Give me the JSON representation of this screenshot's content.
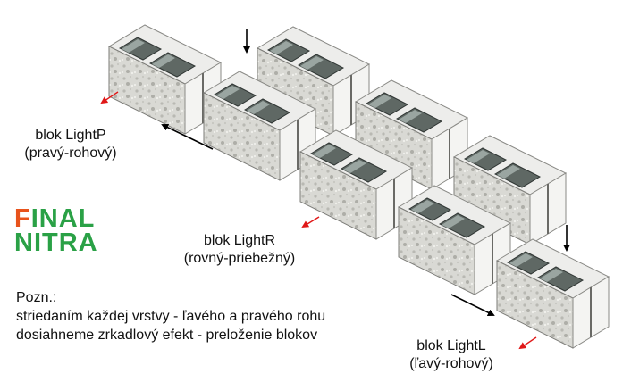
{
  "labels": {
    "light_p": {
      "name": "blok LightP",
      "type": "(pravý-rohový)"
    },
    "light_r": {
      "name": "blok LightR",
      "type": "(rovný-priebežný)"
    },
    "light_l": {
      "name": "blok LightL",
      "type": "(ľavý-rohový)"
    }
  },
  "note": {
    "title": "Pozn.:",
    "line1": "striedaním každej vrstvy - ľavého a pravého rohu",
    "line2": "dosiahneme zrkadlový efekt - preloženie blokov"
  },
  "logo": {
    "line1_first": "F",
    "line1_rest": "INAL",
    "line2": "NITRA",
    "colors": {
      "accent": "#e8531c",
      "green": "#2aa146"
    }
  },
  "colors": {
    "arrow_red": "#e01818",
    "arrow_black": "#000000"
  },
  "icons": [
    "concrete-block-icon",
    "arrow-icon"
  ]
}
